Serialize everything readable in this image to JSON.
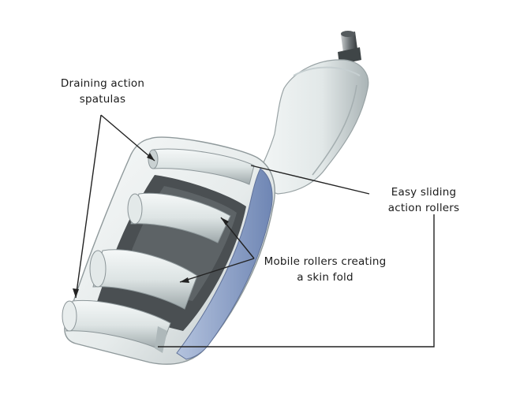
{
  "labels": {
    "draining_spatulas": {
      "line1": "Draining action",
      "line2": "spatulas"
    },
    "easy_rollers": {
      "line1": "Easy sliding",
      "line2": "action rollers"
    },
    "mobile_rollers": {
      "line1": "Mobile rollers creating",
      "line2": "a skin fold"
    }
  },
  "colors": {
    "body": "#e9eeee",
    "body_shadow": "#b7c0c2",
    "roller": "#dfe6e6",
    "accent_blue": "#8a9fc9",
    "dark_interior": "#4a4f52",
    "leader_line": "#222222"
  }
}
